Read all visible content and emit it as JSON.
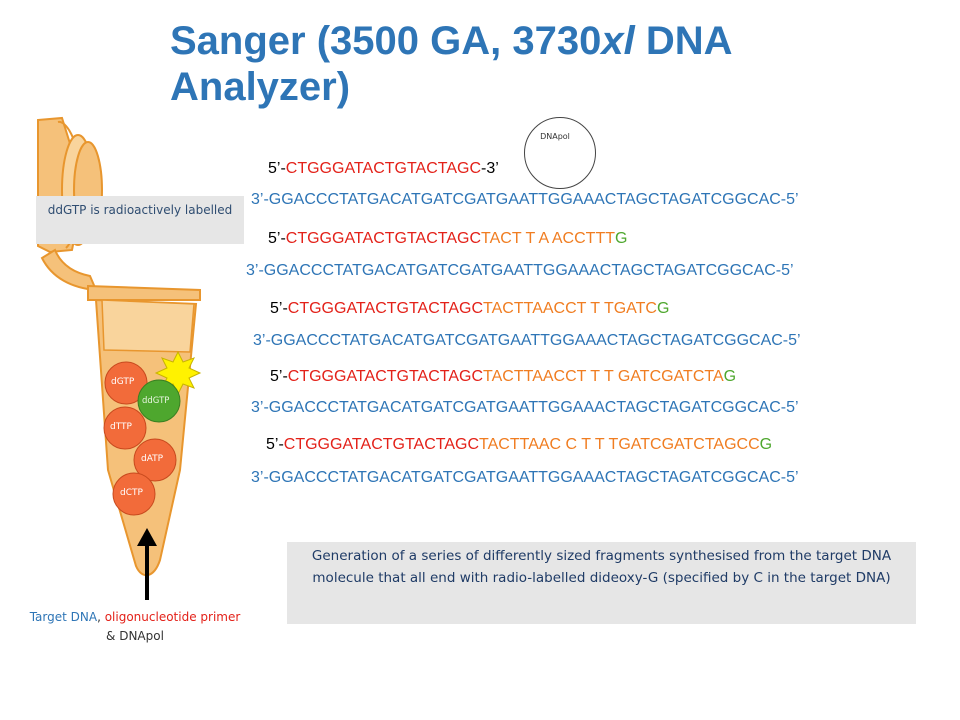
{
  "title": {
    "part1": "Sanger (3500 GA, 3730",
    "italic": "xl",
    "part2": " DNA Analyzer)"
  },
  "dnapol_label": "DNApol",
  "note_radioactive": "ddGTP is radioactively labelled",
  "tube_balls": {
    "dgtp": "dGTP",
    "ddgtp": "ddGTP",
    "dttp": "dTTP",
    "datp": "dATP",
    "dctp": "dCTP"
  },
  "target_caption": {
    "target": "Target DNA",
    "comma": ", ",
    "primer": "oligonucleotide primer",
    "amp": "& DNApol"
  },
  "sequences": [
    {
      "primer_prefix": "5’-",
      "primer": "CTGGGATACTGTACTAGC",
      "extension": "",
      "extension_end": "",
      "primer_suffix": "-3’",
      "template": "3’-GGACCCTATGACATGATCGATGAATTGGAAACTAGCTAGATCGGCAC-5’"
    },
    {
      "primer_prefix": "5’-",
      "primer": "CTGGGATACTGTACTAGC",
      "extension": "TACT T A ACCTTT",
      "extension_end": "G",
      "primer_suffix": "",
      "template": "3’-GGACCCTATGACATGATCGATGAATTGGAAACTAGCTAGATCGGCAC-5’"
    },
    {
      "primer_prefix": "5’-",
      "primer": "CTGGGATACTGTACTAGC",
      "extension": "TACTTAACCT T TGATC",
      "extension_end": "G",
      "primer_suffix": "",
      "template": "3’-GGACCCTATGACATGATCGATGAATTGGAAACTAGCTAGATCGGCAC-5’"
    },
    {
      "primer_prefix": "5’-",
      "primer": "CTGGGATACTGTACTAGC",
      "extension": "TACTTAACCT T T GATCGATCTA",
      "extension_end": "G",
      "primer_suffix": "",
      "template": "3’-GGACCCTATGACATGATCGATGAATTGGAAACTAGCTAGATCGGCAC-5’"
    },
    {
      "primer_prefix": "5’-",
      "primer": "CTGGGATACTGTACTAGC",
      "extension": "TACTTAAC C T T TGATCGATCTAGCC",
      "extension_end": "G",
      "primer_suffix": "",
      "template": "3’-GGACCCTATGACATGATCGATGAATTGGAAACTAGCTAGATCGGCAC-5’"
    }
  ],
  "caption": "Generation of a series of differently sized fragments synthesised from the target DNA molecule that all end with radio-labelled dideoxy-G (specified by C in the target DNA)",
  "colors": {
    "title": "#2e75b6",
    "primer": "#e32119",
    "template": "#2e75b6",
    "extension": "#f07d21",
    "terminal": "#4ea72e",
    "tube": "#f5c17a",
    "tube_stroke": "#e8962e"
  }
}
